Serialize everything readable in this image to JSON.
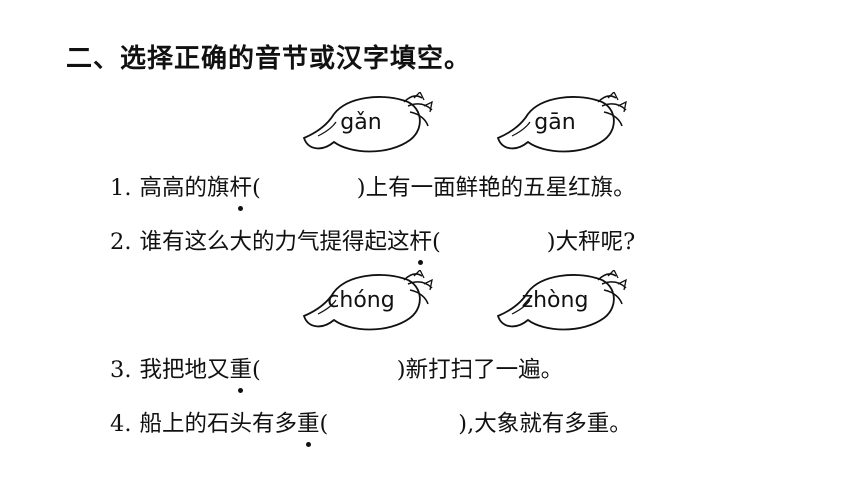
{
  "heading": "二、选择正确的音节或汉字填空。",
  "options_group1": [
    "gǎn",
    "gān"
  ],
  "options_group2": [
    "chóng",
    "zhòng"
  ],
  "q1": {
    "num": "1.",
    "before": "高高的旗",
    "char": "杆",
    "open": "(",
    "close": ")",
    "after": "上有一面鲜艳的五星红旗。"
  },
  "q2": {
    "num": "2.",
    "before": "谁有这么大的力气提得起这",
    "char": "杆",
    "open": "(",
    "close": ")",
    "after": "大秤呢?"
  },
  "q3": {
    "num": "3.",
    "before": "我把地又",
    "char": "重",
    "open": "(",
    "close": ")",
    "after": "新打扫了一遍。"
  },
  "q4": {
    "num": "4.",
    "before": "船上的石头有多",
    "char": "重",
    "open": "(",
    "close": ")",
    "after": ",大象就有多重。"
  }
}
